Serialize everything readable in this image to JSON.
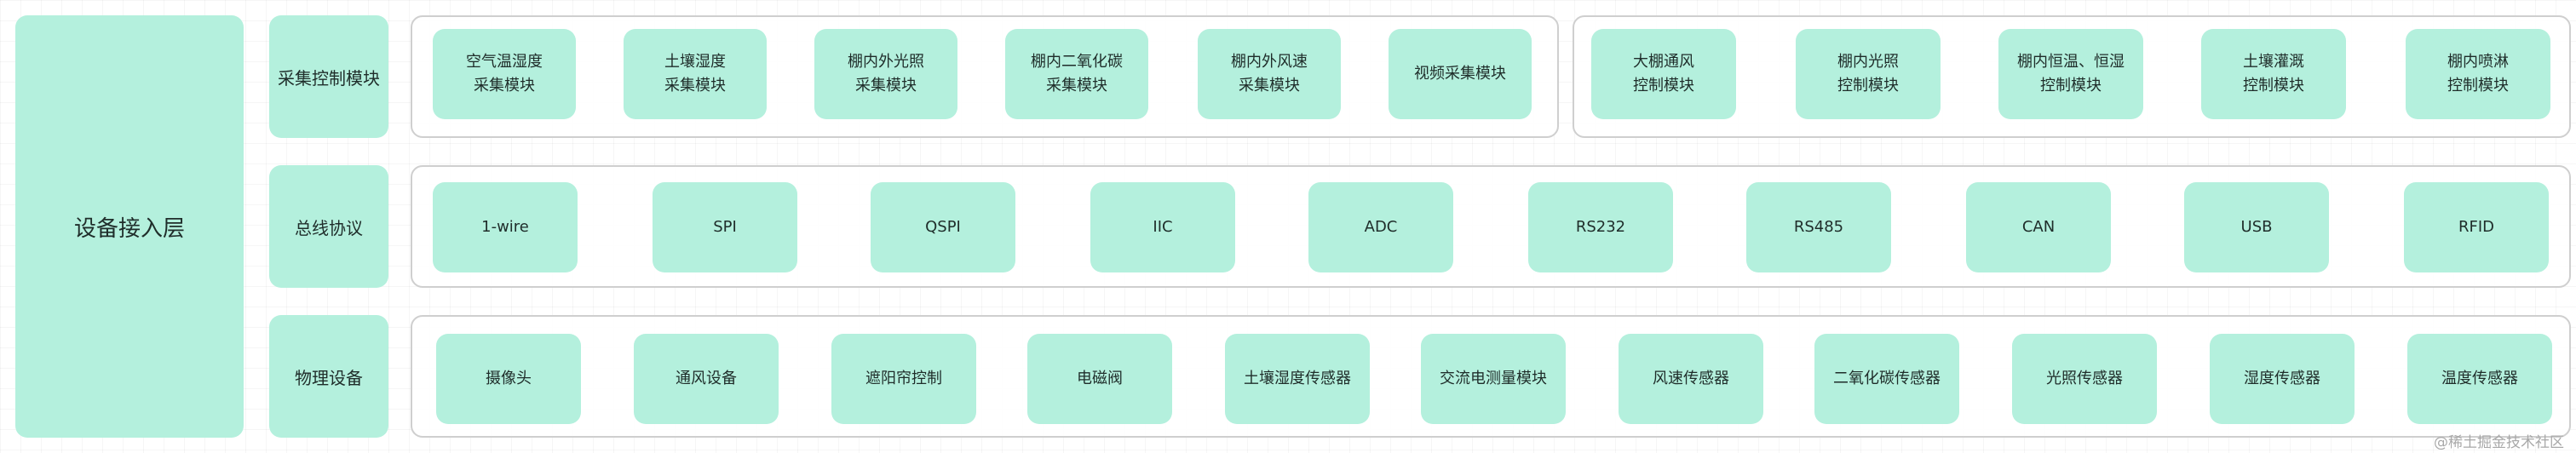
{
  "layer_title": "设备接入层",
  "rows": {
    "collect": {
      "label": "采集控制模块",
      "collect_modules": [
        "空气温湿度\n采集模块",
        "土壤湿度\n采集模块",
        "棚内外光照\n采集模块",
        "棚内二氧化碳\n采集模块",
        "棚内外风速\n采集模块",
        "视频采集模块"
      ],
      "control_modules": [
        "大棚通风\n控制模块",
        "棚内光照\n控制模块",
        "棚内恒温、恒湿\n控制模块",
        "土壤灌溉\n控制模块",
        "棚内喷淋\n控制模块"
      ]
    },
    "bus": {
      "label": "总线协议",
      "items": [
        "1-wire",
        "SPI",
        "QSPI",
        "IIC",
        "ADC",
        "RS232",
        "RS485",
        "CAN",
        "USB",
        "RFID"
      ]
    },
    "physical": {
      "label": "物理设备",
      "items": [
        "摄像头",
        "通风设备",
        "遮阳帘控制",
        "电磁阀",
        "土壤湿度传感器",
        "交流电测量模块",
        "风速传感器",
        "二氧化碳传感器",
        "光照传感器",
        "湿度传感器",
        "温度传感器"
      ]
    }
  },
  "watermark": "@稀土掘金技术社区"
}
